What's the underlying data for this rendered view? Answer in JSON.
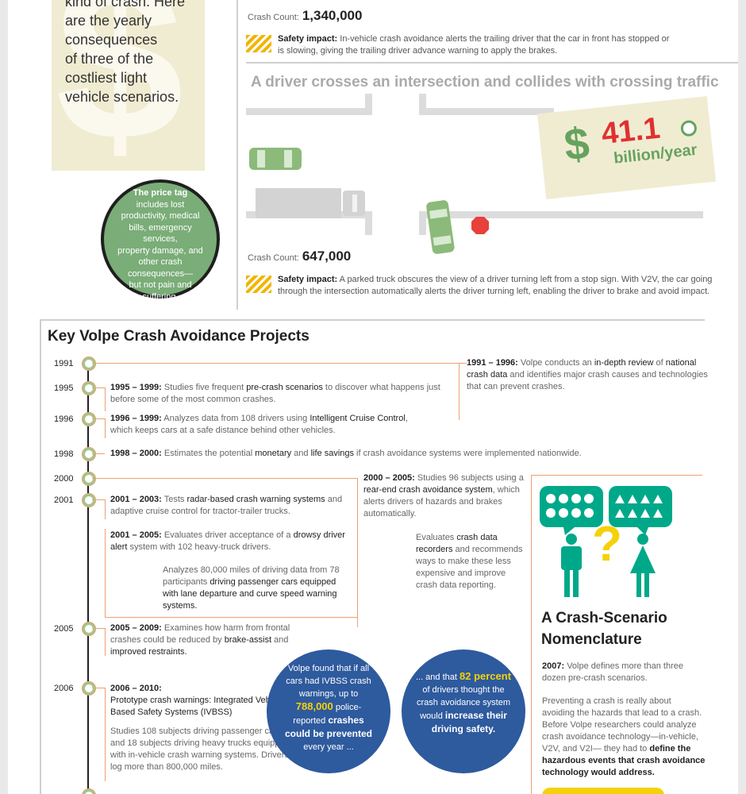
{
  "intro": {
    "lines": [
      "kind of crash. Here",
      "are the yearly",
      "consequences",
      "of three of the",
      "costliest light",
      "vehicle scenarios."
    ]
  },
  "price_tag_note": {
    "title": "The price tag",
    "lines": [
      "includes lost",
      "productivity, medical",
      "bills, emergency services,",
      "property damage, and",
      "other crash",
      "consequences—",
      "but not pain and",
      "suffering."
    ]
  },
  "scenario1": {
    "crash_count_label": "Crash Count:",
    "crash_count": "1,340,000",
    "safety_label": "Safety impact:",
    "safety_text": " In-vehicle crash avoidance alerts the trailing driver that the car in front has stopped or is slowing, giving the trailing driver advance warning to apply the brakes."
  },
  "scenario2": {
    "title": "A driver crosses an intersection and collides with crossing traffic",
    "price_symbol": "$",
    "price_value": "41.1",
    "price_unit": "billion/year",
    "crash_count_label": "Crash Count:",
    "crash_count": "647,000",
    "safety_label": "Safety impact:",
    "safety_text": " A parked truck obscures the view of a driver turning left from a stop sign. With V2V, the car going through the intersection automatically alerts the driver turning left, enabling the driver to brake and avoid impact."
  },
  "projects": {
    "title": "Key Volpe Crash Avoidance Projects",
    "years": [
      "1991",
      "1995",
      "1996",
      "1998",
      "2000",
      "2001",
      "2005",
      "2006"
    ],
    "e1991": {
      "range": "1991 – 1996:",
      "t1": " Volpe conducts an ",
      "b1": "in-depth review",
      "t2": " of ",
      "b2": "national crash data",
      "t3": " and identifies major crash causes and technologies that can prevent crashes."
    },
    "e1995": {
      "range": "1995 – 1999:",
      "t1": " Studies five frequent ",
      "b1": "pre-crash scenarios",
      "t2": " to discover what happens just before some of the most common crashes."
    },
    "e1996": {
      "range": "1996 – 1999:",
      "t1": " Analyzes data from 108 drivers using ",
      "b1": "Intelligent Cruise Control",
      "t2": ", which keeps cars at a safe distance behind other vehicles."
    },
    "e1998": {
      "range": "1998 – 2000:",
      "t1": " Estimates the potential ",
      "b1": "monetary",
      "t2": " and ",
      "b2": "life savings",
      "t3": " if crash avoidance systems were implemented nationwide."
    },
    "e2000": {
      "range": "2000 – 2005:",
      "t1": " Studies 96 subjects using a ",
      "b1": "rear-end crash avoidance system",
      "t2": ", which alerts drivers of hazards and brakes automatically.",
      "t3": "Evaluates ",
      "b2": "crash data recorders",
      "t4": " and recommends ways to make these less expensive and improve crash data reporting."
    },
    "e2001a": {
      "range": "2001 – 2003:",
      "t1": " Tests ",
      "b1": "radar-based crash warning systems",
      "t2": " and adaptive cruise control for tractor-trailer trucks."
    },
    "e2001b": {
      "range": "2001 – 2005:",
      "t1": " Evaluates driver acceptance of a ",
      "b1": "drowsy driver alert",
      "t2": " system with 102 heavy-truck drivers.",
      "t3": "Analyzes 80,000 miles of driving data from 78 participants ",
      "b2": "driving passenger cars equipped with lane departure and curve speed warning systems."
    },
    "e2005": {
      "range": "2005 – 2009:",
      "t1": " Examines how harm from frontal crashes could be reduced by ",
      "b1": "brake-assist",
      "t2": " and ",
      "b2": "improved restraints."
    },
    "e2006": {
      "range": "2006 – 2010:",
      "b1": "Prototype crash warnings: Integrated Vehicle-Based Safety Systems (IVBSS)",
      "t1": "Studies 108 subjects driving passenger cars and 18 subjects driving heavy trucks equipped with in-vehicle crash warning systems. Drivers log more than 800,000 miles."
    },
    "circle1": {
      "t1": "Volpe found that if all cars had IVBSS crash warnings, up to ",
      "num": "788,000",
      "t2": " police-reported ",
      "b1": "crashes could be prevented",
      "t3": " every year ..."
    },
    "circle2": {
      "t1": "... and that ",
      "num": "82 percent",
      "t2": " of drivers thought the crash avoidance system would ",
      "b1": "increase their driving safety."
    }
  },
  "nomenclature": {
    "title_line1": "A Crash-Scenario",
    "title_line2": "Nomenclature",
    "p1_year": "2007:",
    "p1_text": " Volpe defines more than three dozen pre-crash scenarios.",
    "p2_text": "Preventing a crash is really about avoiding the hazards that lead to a crash. Before Volpe researchers could analyze crash avoidance technology—in-vehicle, V2V, and V2I— they had to ",
    "p2_bold": "define the hazardous events that crash avoidance technology would address.",
    "question_mark": "?"
  }
}
